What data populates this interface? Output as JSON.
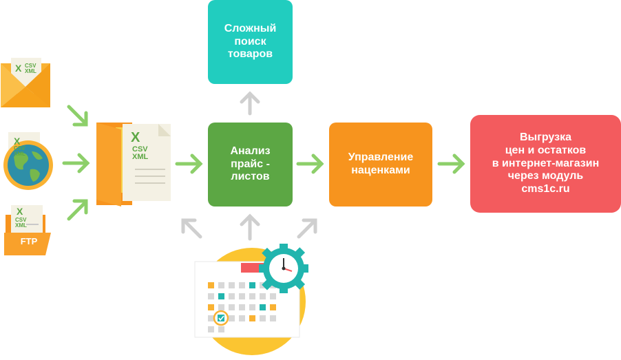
{
  "nodes": {
    "search": "Сложный\nпоиск\nтоваров",
    "analysis": "Анализ\nпрайс -\nлистов",
    "markup": "Управление\nнаценками",
    "export": "Выгрузка\nцен и остатков\nв интернет-магазин\nчерез модуль\ncms1c.ru"
  },
  "sources": {
    "ftp_label": "FTP",
    "file_formats": "CSV\nXML",
    "excel_mark": "X"
  },
  "colors": {
    "teal": "#21cdbf",
    "green": "#5ca744",
    "orange": "#f7941e",
    "red": "#f35b5e",
    "arrow_green": "#8dcf6a",
    "arrow_gray": "#cfcfcf",
    "envelope": "#f9b233",
    "earth_blue": "#2e8fa8",
    "calendar_circle": "#fbc531"
  },
  "icons": [
    "email-envelope-icon",
    "globe-file-icon",
    "ftp-folder-icon",
    "folder-documents-icon",
    "calendar-icon",
    "clock-gear-icon"
  ]
}
